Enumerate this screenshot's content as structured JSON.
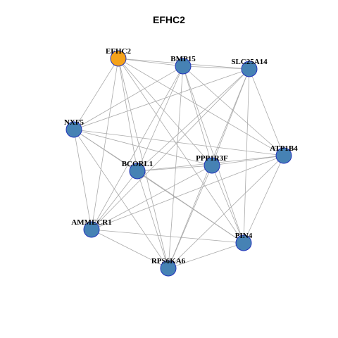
{
  "title": "EFHC2",
  "colors": {
    "focus_node": "#f5a21a",
    "node": "#4682b4",
    "node_border": "#2233bb",
    "edge": "#aaaaaa"
  },
  "nodes": [
    {
      "id": "EFHC2",
      "label": "EFHC2",
      "focus": true
    },
    {
      "id": "BMP15",
      "label": "BMP15",
      "focus": false
    },
    {
      "id": "SLC25A14",
      "label": "SLC25A14",
      "focus": false
    },
    {
      "id": "NXF5",
      "label": "NXF5",
      "focus": false
    },
    {
      "id": "ATP1B4",
      "label": "ATP1B4",
      "focus": false
    },
    {
      "id": "PPP1R3F",
      "label": "PPP1R3F",
      "focus": false
    },
    {
      "id": "BCORL1",
      "label": "BCORL1",
      "focus": false
    },
    {
      "id": "AMMECR1",
      "label": "AMMECR1",
      "focus": false
    },
    {
      "id": "PIN4",
      "label": "PIN4",
      "focus": false
    },
    {
      "id": "RPS6KA6",
      "label": "RPS6KA6",
      "focus": false
    }
  ],
  "edges": [
    [
      "EFHC2",
      "BMP15"
    ],
    [
      "EFHC2",
      "SLC25A14"
    ],
    [
      "EFHC2",
      "NXF5"
    ],
    [
      "EFHC2",
      "ATP1B4"
    ],
    [
      "EFHC2",
      "PPP1R3F"
    ],
    [
      "EFHC2",
      "BCORL1"
    ],
    [
      "EFHC2",
      "AMMECR1"
    ],
    [
      "EFHC2",
      "PIN4"
    ],
    [
      "EFHC2",
      "RPS6KA6"
    ],
    [
      "BMP15",
      "SLC25A14"
    ],
    [
      "BMP15",
      "NXF5"
    ],
    [
      "BMP15",
      "ATP1B4"
    ],
    [
      "BMP15",
      "PPP1R3F"
    ],
    [
      "BMP15",
      "BCORL1"
    ],
    [
      "BMP15",
      "AMMECR1"
    ],
    [
      "BMP15",
      "PIN4"
    ],
    [
      "BMP15",
      "RPS6KA6"
    ],
    [
      "SLC25A14",
      "NXF5"
    ],
    [
      "SLC25A14",
      "ATP1B4"
    ],
    [
      "SLC25A14",
      "PPP1R3F"
    ],
    [
      "SLC25A14",
      "BCORL1"
    ],
    [
      "SLC25A14",
      "AMMECR1"
    ],
    [
      "SLC25A14",
      "PIN4"
    ],
    [
      "SLC25A14",
      "RPS6KA6"
    ],
    [
      "NXF5",
      "ATP1B4"
    ],
    [
      "NXF5",
      "PPP1R3F"
    ],
    [
      "NXF5",
      "BCORL1"
    ],
    [
      "NXF5",
      "AMMECR1"
    ],
    [
      "NXF5",
      "PIN4"
    ],
    [
      "NXF5",
      "RPS6KA6"
    ],
    [
      "ATP1B4",
      "PPP1R3F"
    ],
    [
      "ATP1B4",
      "BCORL1"
    ],
    [
      "ATP1B4",
      "AMMECR1"
    ],
    [
      "ATP1B4",
      "PIN4"
    ],
    [
      "ATP1B4",
      "RPS6KA6"
    ],
    [
      "PPP1R3F",
      "BCORL1"
    ],
    [
      "PPP1R3F",
      "AMMECR1"
    ],
    [
      "PPP1R3F",
      "PIN4"
    ],
    [
      "PPP1R3F",
      "RPS6KA6"
    ],
    [
      "BCORL1",
      "AMMECR1"
    ],
    [
      "BCORL1",
      "PIN4"
    ],
    [
      "BCORL1",
      "RPS6KA6"
    ],
    [
      "AMMECR1",
      "PIN4"
    ],
    [
      "AMMECR1",
      "RPS6KA6"
    ],
    [
      "PIN4",
      "RPS6KA6"
    ]
  ]
}
